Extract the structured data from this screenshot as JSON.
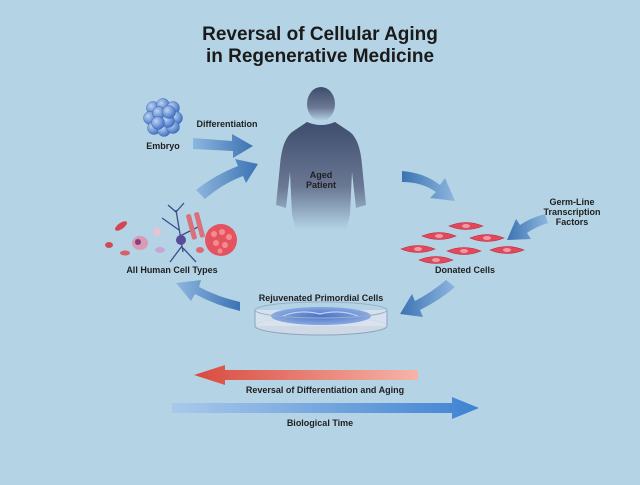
{
  "title": {
    "line1": "Reversal of Cellular Aging",
    "line2": "in Regenerative Medicine"
  },
  "labels": {
    "embryo": "Embryo",
    "differentiation": "Differentiation",
    "aged_patient_line1": "Aged",
    "aged_patient_line2": "Patient",
    "germ_line_line1": "Germ-Line",
    "germ_line_line2": "Transcription",
    "germ_line_line3": "Factors",
    "donated_cells": "Donated Cells",
    "all_human_cell_types": "All Human Cell Types",
    "rejuvenated_cells": "Rejuvenated Primordial Cells",
    "reversal_arrow": "Reversal of Differentiation and Aging",
    "biological_time": "Biological Time"
  },
  "colors": {
    "background": "#b4d4e6",
    "cycle_arrow": "#4a7fb8",
    "reversal_arrow": "#e06055",
    "time_arrow": "#4f8fd8",
    "silhouette": "#4a5a7a",
    "cells": "#e2485a",
    "embryo": "#5b8fd6"
  }
}
